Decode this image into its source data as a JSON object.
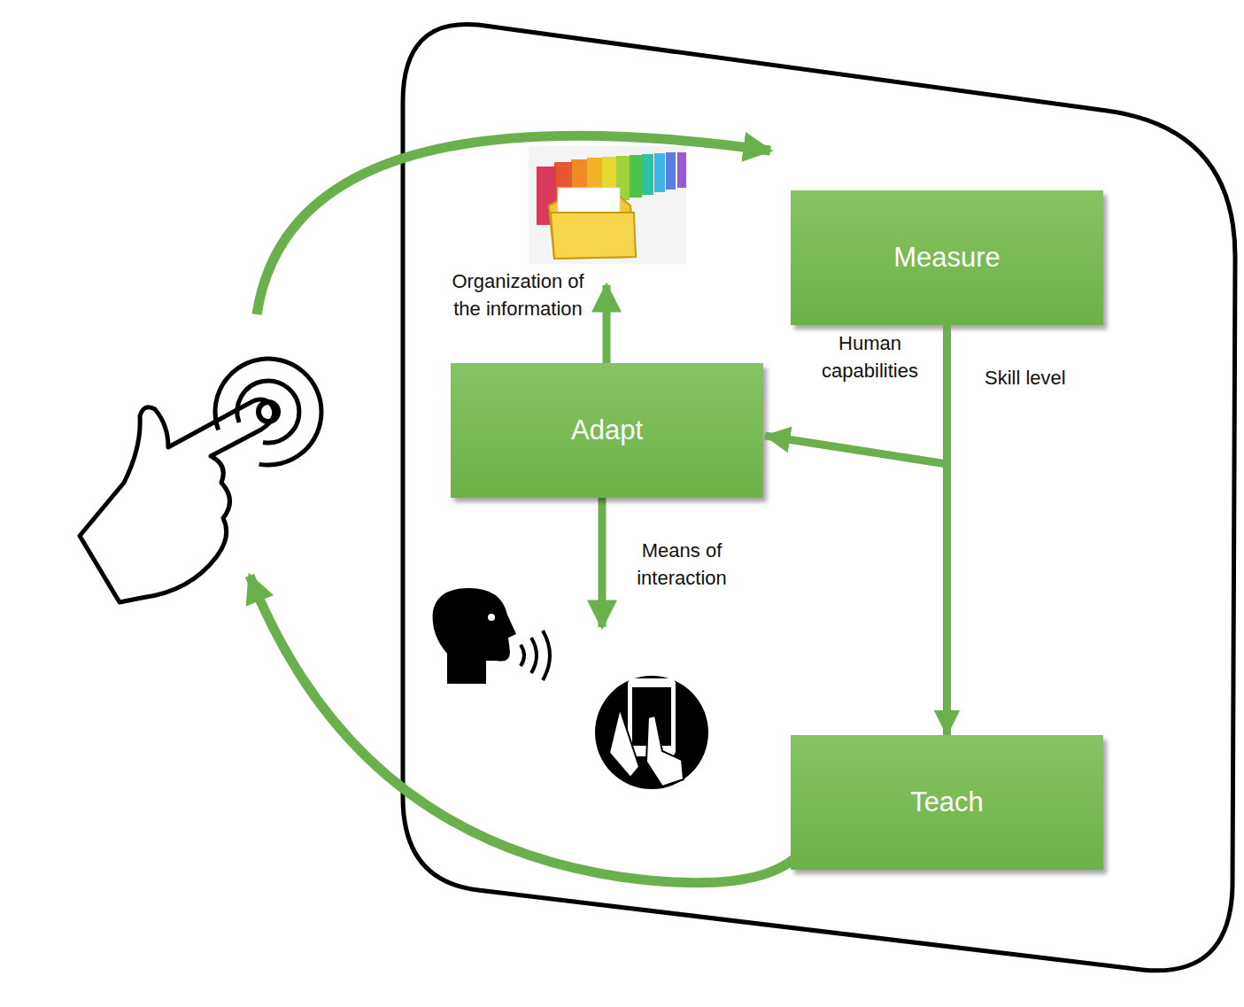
{
  "diagram": {
    "nodes": [
      {
        "text": [
          "Measure"
        ]
      },
      {
        "text": [
          "Adapt"
        ]
      },
      {
        "text": [
          "Teach"
        ]
      }
    ],
    "edges": [
      {
        "from": 0,
        "to": 1,
        "arrow": "to"
      },
      {
        "from": 0,
        "to": 2,
        "arrow": "to"
      }
    ],
    "labels": [
      "Organization of the information",
      "Human capabilities",
      "Skill level",
      "Means of interaction"
    ]
  }
}
